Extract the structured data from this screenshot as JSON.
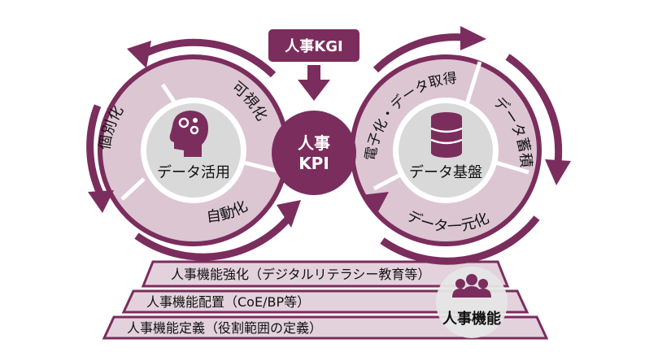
{
  "colors": {
    "primary": "#7b2d5d",
    "ring_light": "#dcc6d2",
    "ring_band": "#e6d4de",
    "center_gray": "#d9d9d9",
    "step": "#e3d2dc"
  },
  "kgi": {
    "label": "人事KGI"
  },
  "kpi": {
    "line1": "人事",
    "line2": "KPI"
  },
  "left_cycle": {
    "center_label": "データ活用",
    "center_icon": "head-gears-icon",
    "segments": [
      "可視化",
      "自動化",
      "個別化"
    ]
  },
  "right_cycle": {
    "center_label": "データ基盤",
    "center_icon": "database-icon",
    "segments": [
      "電子化・データ取得",
      "データ蓄積",
      "データ一元化"
    ]
  },
  "steps": [
    "人事機能強化（デジタルリテラシー教育等）",
    "人事機能配置（CoE/BP等）",
    "人事機能定義（役割範囲の定義）"
  ],
  "hr_function": {
    "label": "人事機能",
    "icon": "people-group-icon"
  }
}
